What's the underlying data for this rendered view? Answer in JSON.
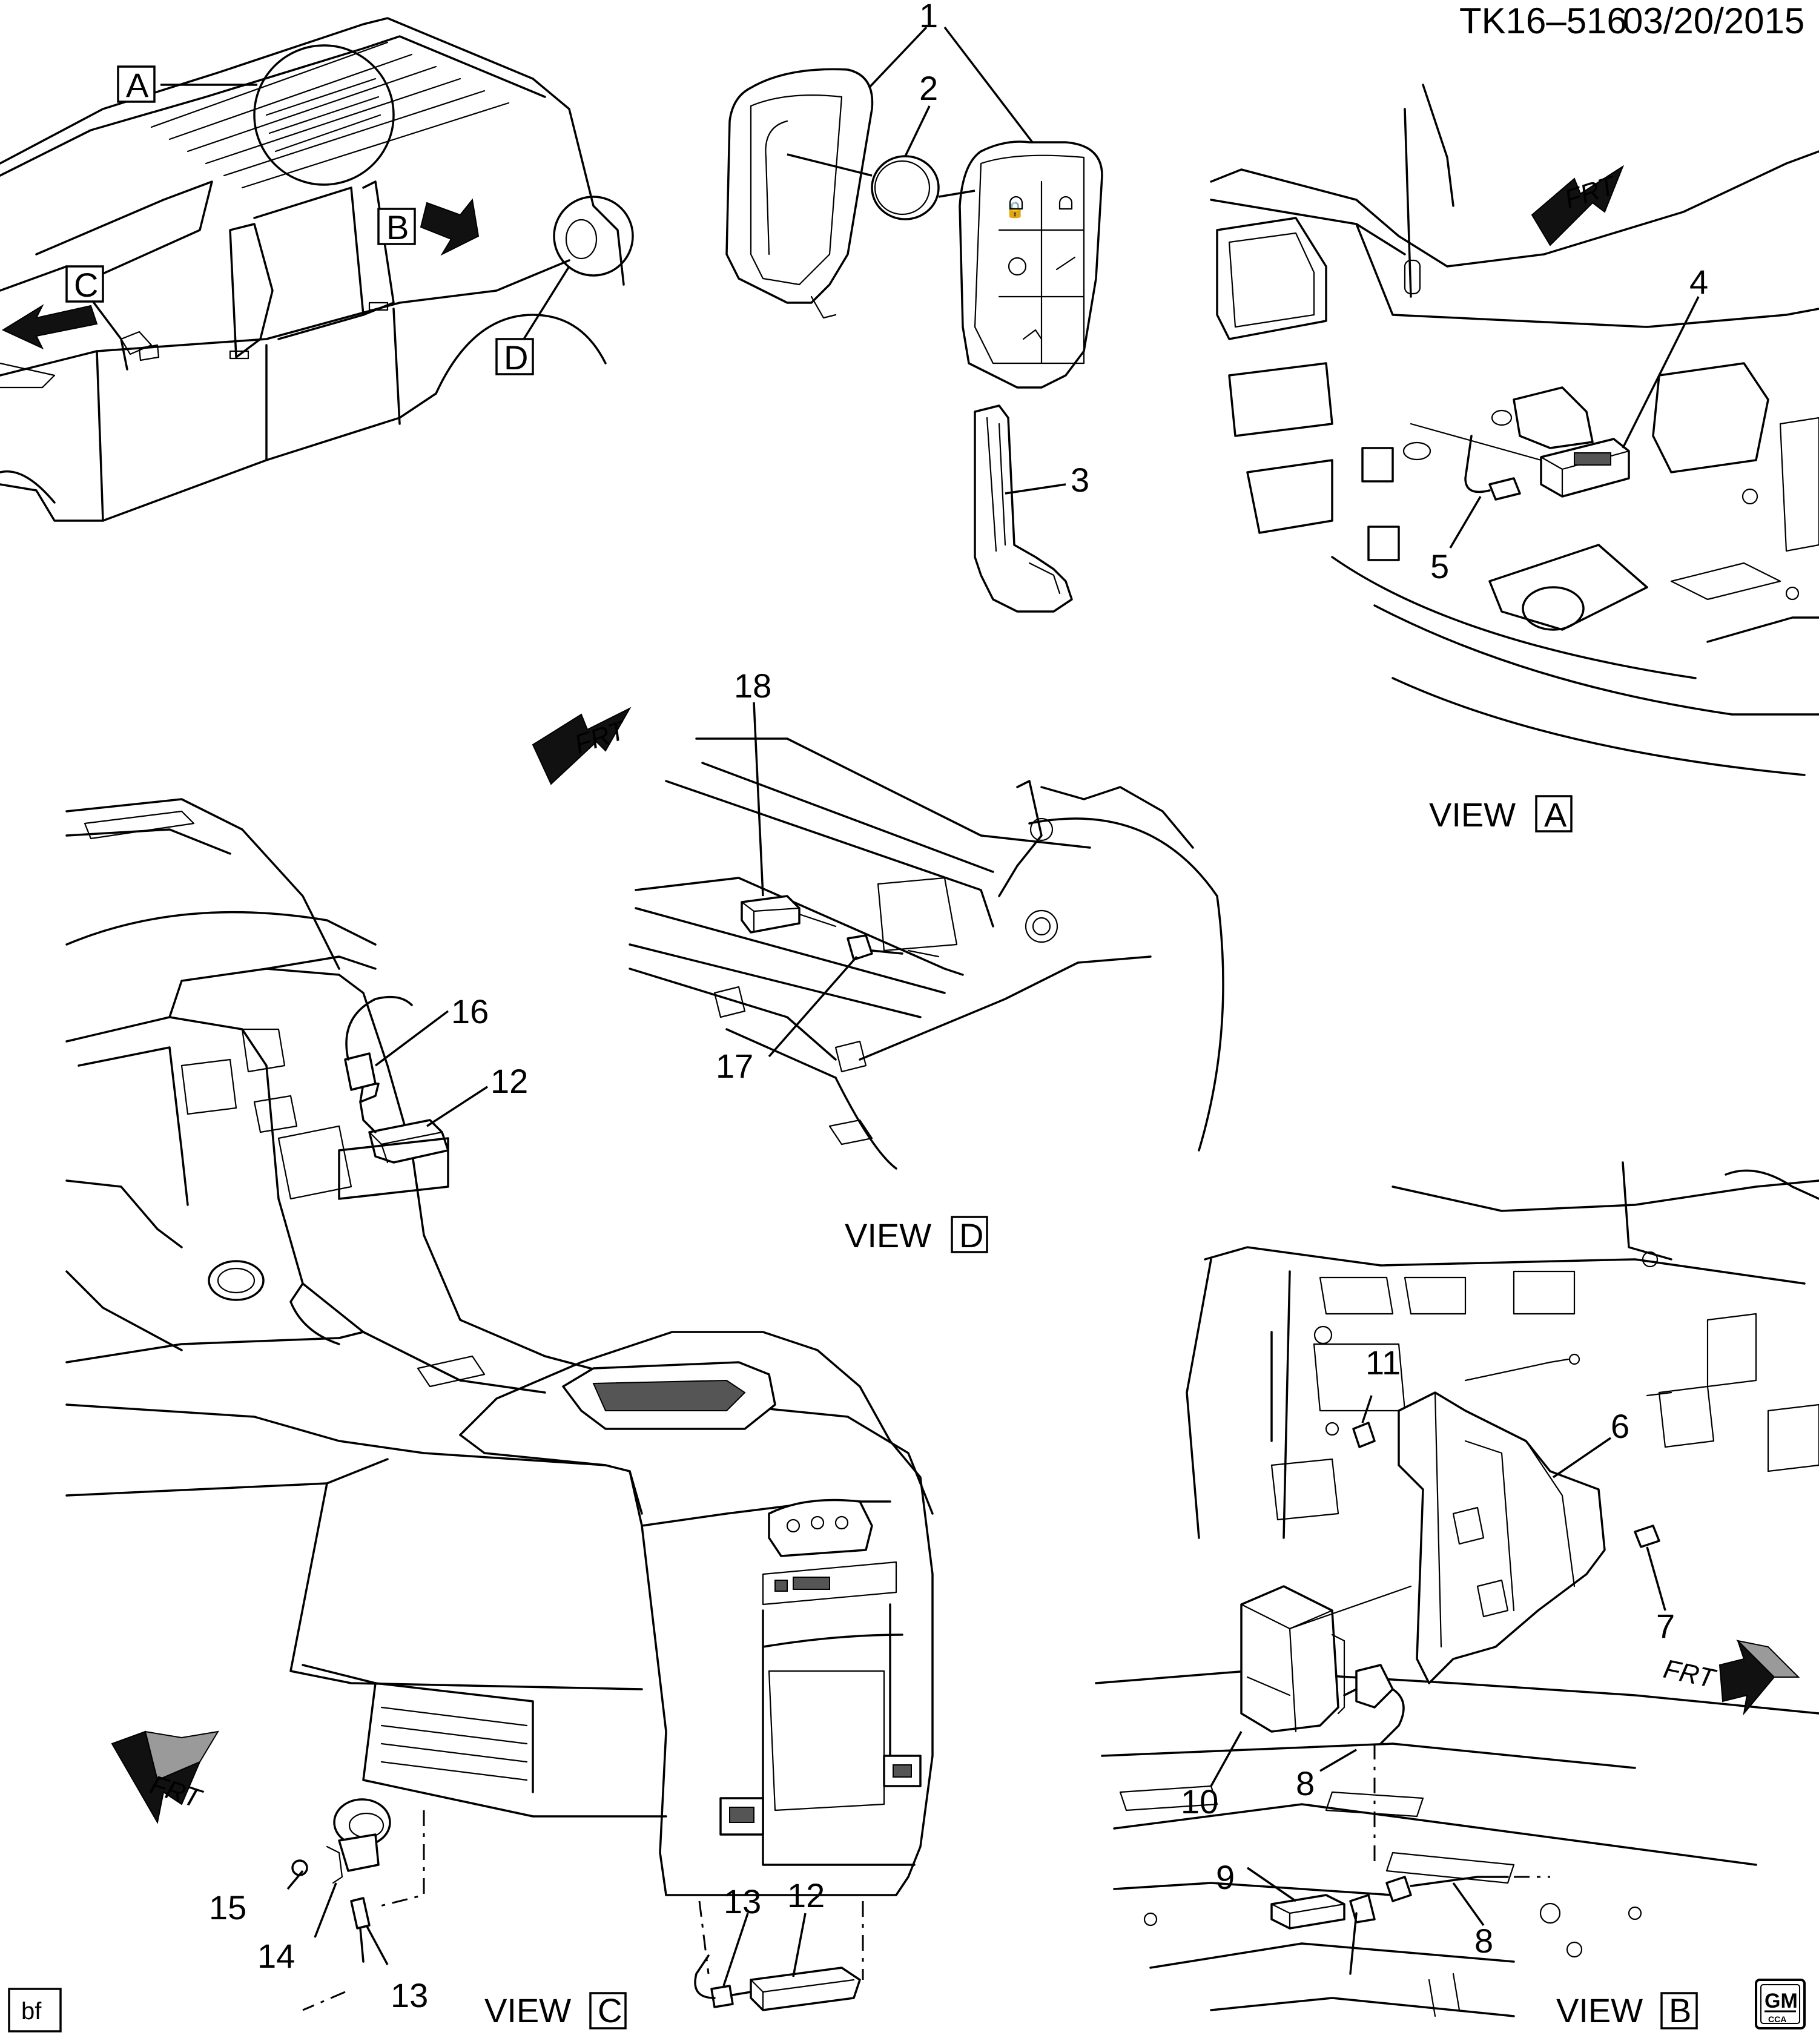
{
  "header": {
    "doc_id": "TK16–516",
    "date": "03/20/2015"
  },
  "detail_letters": {
    "a": "A",
    "b": "B",
    "c": "C",
    "d": "D"
  },
  "view_labels": {
    "word": "VIEW",
    "a": "A",
    "b": "B",
    "c": "C",
    "d": "D"
  },
  "callouts": {
    "c1": "1",
    "c2": "2",
    "c3": "3",
    "c4": "4",
    "c5": "5",
    "c6": "6",
    "c7": "7",
    "c8a": "8",
    "c8b": "8",
    "c9": "9",
    "c10": "10",
    "c11": "11",
    "c12a": "12",
    "c12b": "12",
    "c13a": "13",
    "c13b": "13",
    "c14": "14",
    "c15": "15",
    "c16": "16",
    "c17": "17",
    "c18": "18"
  },
  "direction_arrows": {
    "frt": "FRT"
  },
  "footer": {
    "artist_initials": "bf",
    "logo_gm": "GM",
    "logo_cca": "CCA"
  }
}
